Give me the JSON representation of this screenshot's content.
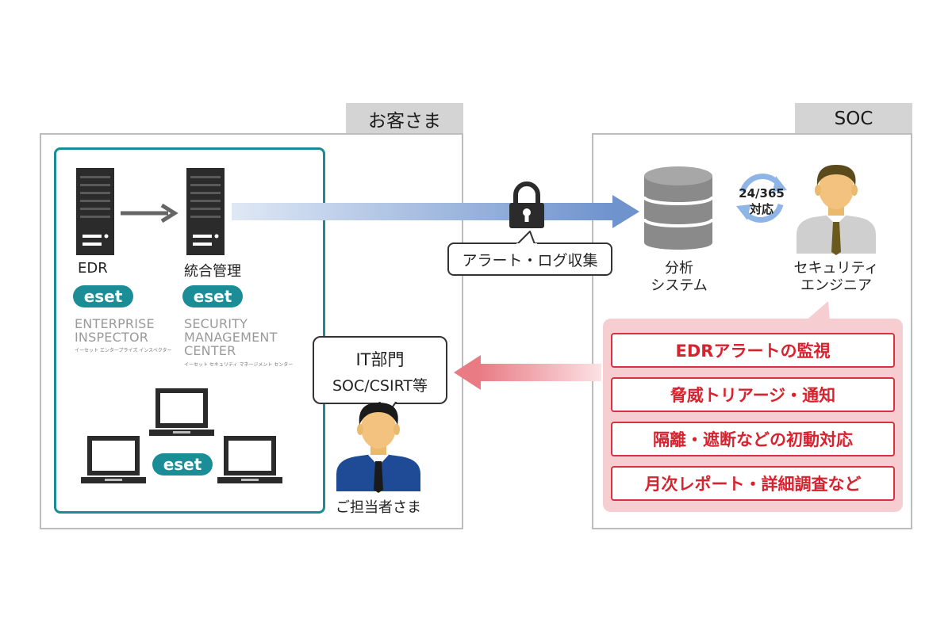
{
  "customer": {
    "tab": "お客さま",
    "edr_label": "EDR",
    "mgmt_label": "統合管理",
    "logo_text": "eset",
    "inspector_name": "ENTERPRISE\nINSPECTOR",
    "inspector_kana": "イーセット エンタープライズ インスペクター",
    "center_name": "SECURITY\nMANAGEMENT\nCENTER",
    "center_kana": "イーセット セキュリティ マネージメント センター"
  },
  "flow": {
    "collection_label": "アラート・ログ収集"
  },
  "it_department": {
    "title": "IT部門",
    "subtitle": "SOC/CSIRT等",
    "person_label": "ご担当者さま"
  },
  "soc": {
    "tab": "SOC",
    "analysis_label": "分析\nシステム",
    "availability": "24/365\n対応",
    "engineer_label": "セキュリティ\nエンジニア",
    "services": [
      "EDRアラートの監視",
      "脅威トリアージ・通知",
      "隔離・遮断などの初動対応",
      "月次レポート・詳細調査など"
    ]
  },
  "colors": {
    "teal_border": "#1d8b95",
    "eset_logo": "#1a8d96",
    "service_red": "#d6232f",
    "pink_area": "#f6cdd0",
    "flow_blue": "#6f93cd",
    "flow_pink": "#e97b85"
  }
}
